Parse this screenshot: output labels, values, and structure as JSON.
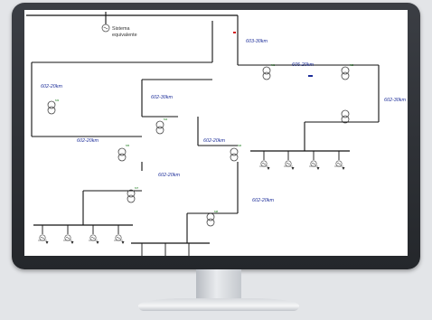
{
  "source_label": "Sistema equivalente",
  "source_label_lines": [
    "Sistema",
    "equivalente"
  ],
  "line_labels": {
    "l1": "603-30km",
    "l2": "605-20km",
    "l3": "602-30km",
    "l4": "602-30km",
    "l5": "602-20km",
    "l6": "602-20km",
    "l7": "602-20km",
    "l8": "602-20km",
    "l9": "602-20km"
  },
  "colors": {
    "bus": "#111111",
    "label": "#1e2f9a",
    "transformer": "#444444",
    "breaker_red": "#d21f1f",
    "tag_green": "#1a8a1a",
    "monitor_bezel": "#2d3035",
    "desktop_bg": "#e3e5e8"
  },
  "icons": [
    "generator-icon",
    "transformer-icon",
    "load-icon",
    "breaker-icon",
    "arrow-icon"
  ]
}
